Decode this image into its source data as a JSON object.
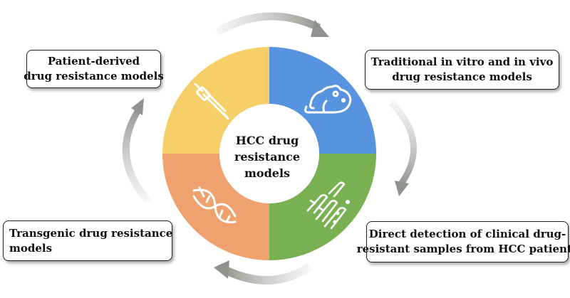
{
  "center": {
    "line1": "HCC drug",
    "line2": "resistance models"
  },
  "labels": {
    "top_left": {
      "line1": "Patient-derived",
      "line2": "drug resistance models"
    },
    "top_right": {
      "line1": "Traditional in vitro and in vivo",
      "line2": "drug resistance models"
    },
    "bottom_left": {
      "line1": "Transgenic drug resistance",
      "line2": "models"
    },
    "bottom_right": {
      "line1": "Direct detection of clinical drug-",
      "line2": "resistant samples from HCC patients"
    }
  },
  "segments": [
    {
      "name": "segment-patient-derived",
      "color": "#F6CF69",
      "icon": "pipette-icon"
    },
    {
      "name": "segment-traditional",
      "color": "#5893DF",
      "icon": "mouse-icon"
    },
    {
      "name": "segment-direct-detection",
      "color": "#79B152",
      "icon": "test-tubes-icon"
    },
    {
      "name": "segment-transgenic",
      "color": "#EFA16E",
      "icon": "dna-icon"
    }
  ],
  "arrow_color": "#A5A8A2"
}
